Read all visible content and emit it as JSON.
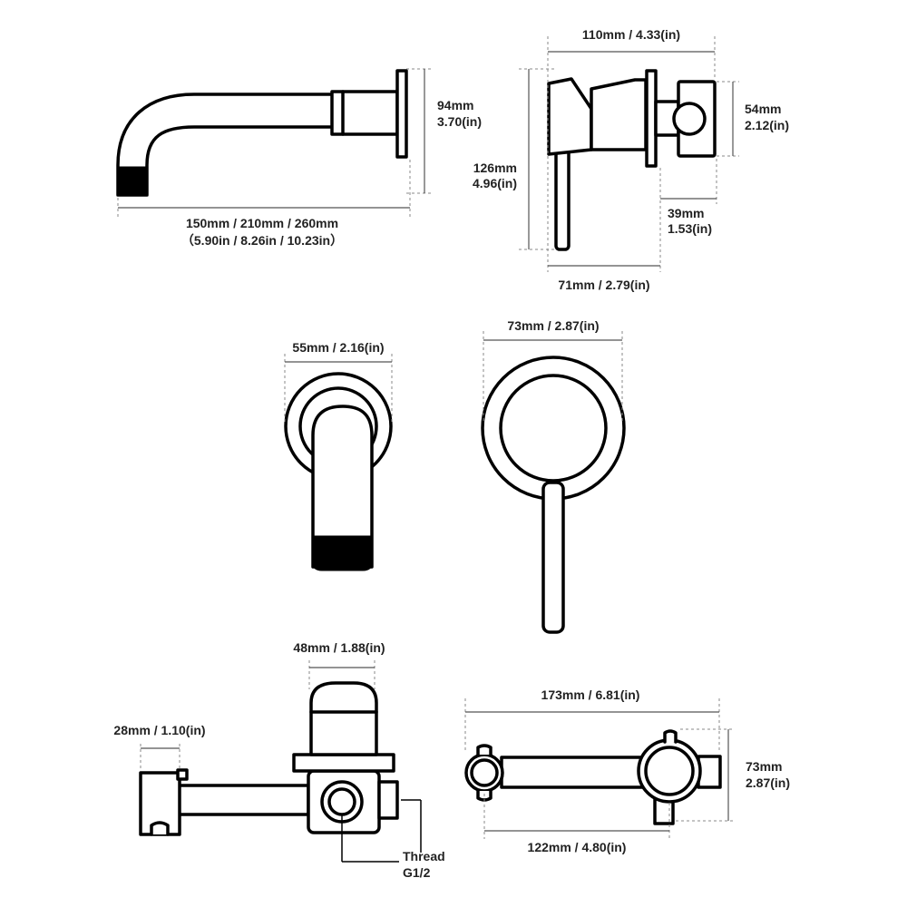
{
  "views": {
    "spout_side": {
      "height": "94mm",
      "height_in": "3.70(in)",
      "length": "150mm / 210mm / 260mm",
      "length_in": "（5.90in / 8.26in / 10.23in）"
    },
    "mixer_side": {
      "width": "110mm / 4.33(in)",
      "height": "126mm",
      "height_in": "4.96(in)",
      "body_height": "54mm",
      "body_height_in": "2.12(in)",
      "depth": "39mm",
      "depth_in": "1.53(in)",
      "projection": "71mm / 2.79(in)"
    },
    "spout_front": {
      "plate": "55mm / 2.16(in)"
    },
    "mixer_front": {
      "plate": "73mm / 2.87(in)"
    },
    "valve_side": {
      "width": "48mm / 1.88(in)",
      "outlet": "28mm / 1.10(in)",
      "thread_label": "Thread",
      "thread_size": "G1/2"
    },
    "valve_top": {
      "length": "173mm / 6.81(in)",
      "height": "73mm",
      "height_in": "2.87(in)",
      "spacing": "122mm / 4.80(in)"
    }
  }
}
